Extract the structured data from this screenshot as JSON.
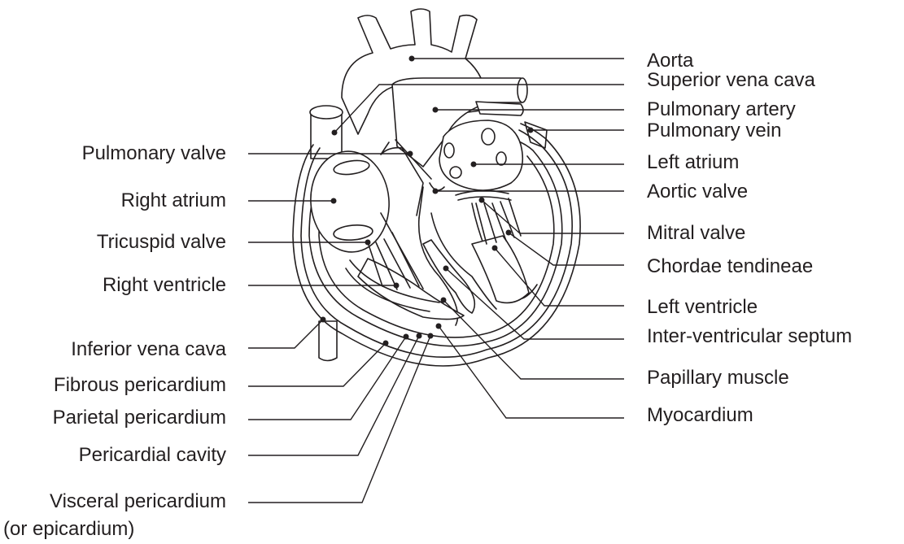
{
  "labels_right": [
    "Aorta",
    "Superior vena cava",
    "Pulmonary artery",
    "Pulmonary vein",
    "Left atrium",
    "Aortic valve",
    "Mitral valve",
    "Chordae tendineae",
    "Left ventricle",
    "Inter-ventricular septum",
    "Papillary muscle",
    "Myocardium"
  ],
  "labels_left": [
    "Pulmonary valve",
    "Right atrium",
    "Tricuspid valve",
    "Right ventricle",
    "Inferior vena cava",
    "Fibrous pericardium",
    "Parietal pericardium",
    "Pericardial cavity",
    "Visceral pericardium",
    "(or epicardium)"
  ]
}
